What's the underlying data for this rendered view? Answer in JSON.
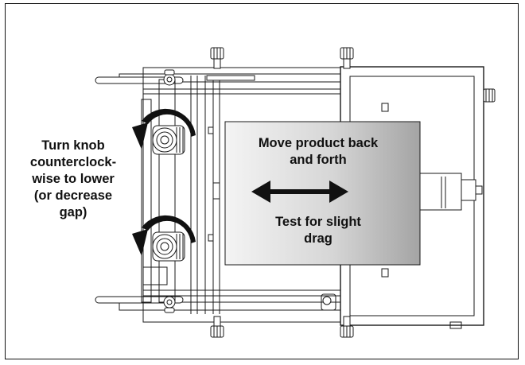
{
  "instruction": {
    "lines": [
      "Turn knob",
      "counterclock-",
      "wise to lower",
      "(or decrease",
      "gap)"
    ]
  },
  "product_note": {
    "lines": [
      "Move product back",
      "and forth"
    ]
  },
  "test_note": {
    "lines": [
      "Test for slight",
      "drag"
    ]
  },
  "colors": {
    "line": "#1a1a1a",
    "product_light": "#f2f2f2",
    "product_dark": "#9a9a9a"
  }
}
